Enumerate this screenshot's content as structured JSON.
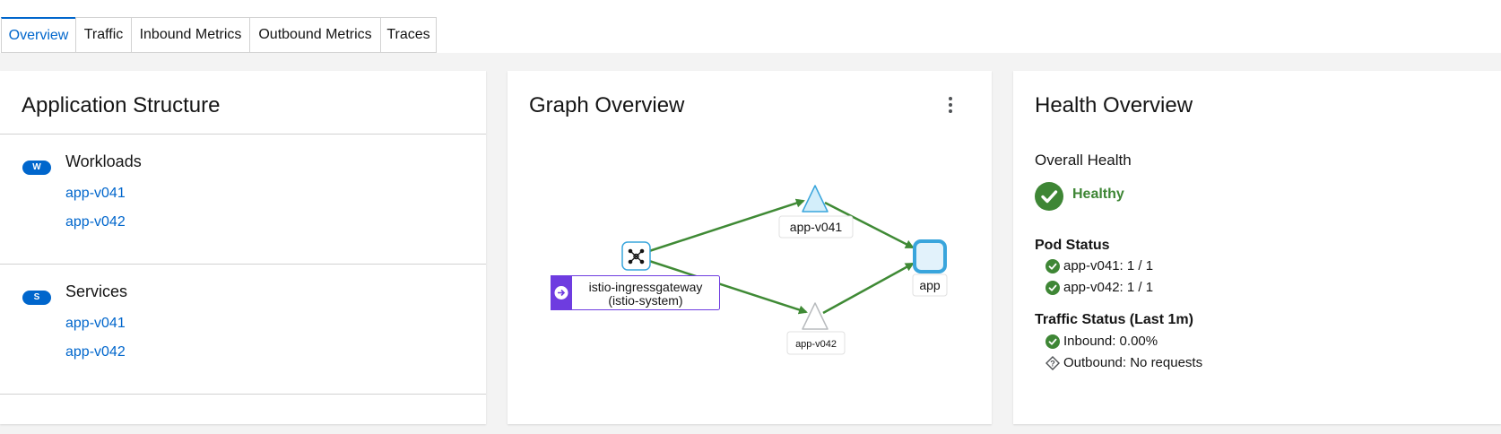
{
  "tabs": [
    "Overview",
    "Traffic",
    "Inbound Metrics",
    "Outbound Metrics",
    "Traces"
  ],
  "structure": {
    "title": "Application Structure",
    "workloads": {
      "badge": "W",
      "title": "Workloads",
      "items": [
        "app-v041",
        "app-v042"
      ]
    },
    "services": {
      "badge": "S",
      "title": "Services",
      "items": [
        "app-v041",
        "app-v042"
      ]
    }
  },
  "graph": {
    "title": "Graph Overview",
    "nodes": {
      "gateway_line1": "istio-ingressgateway",
      "gateway_line2": "(istio-system)",
      "v041": "app-v041",
      "v042": "app-v042",
      "app": "app"
    }
  },
  "health": {
    "title": "Health Overview",
    "overall_label": "Overall Health",
    "overall_value": "Healthy",
    "pod_status_label": "Pod Status",
    "pods": [
      "app-v041: 1 / 1",
      "app-v042: 1 / 1"
    ],
    "traffic_label": "Traffic Status (Last 1m)",
    "inbound": "Inbound: 0.00%",
    "outbound": "Outbound: No requests"
  },
  "colors": {
    "accent": "#0066cc",
    "success": "#3e8635",
    "edge": "#3f8a35",
    "gateway": "#6e3ce0"
  }
}
